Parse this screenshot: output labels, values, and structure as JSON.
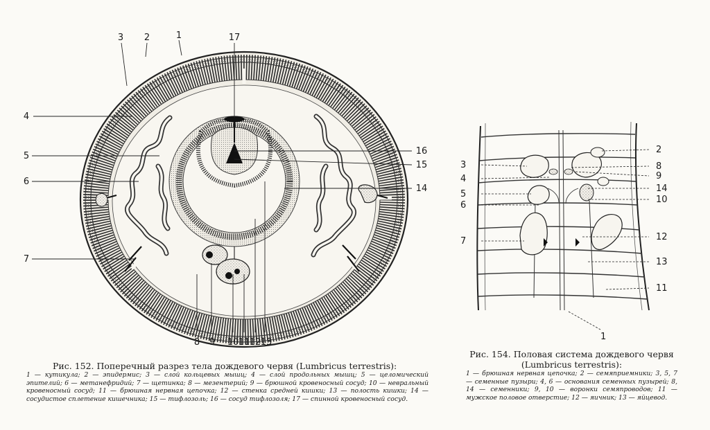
{
  "fig152": {
    "labels": [
      "1",
      "2",
      "3",
      "4",
      "5",
      "6",
      "7",
      "8",
      "9",
      "10",
      "11",
      "12",
      "13",
      "14",
      "15",
      "16",
      "17"
    ],
    "caption_title": "Рис. 152. Поперечный разрез тела дождевого червя (Lumbricus terrestris):",
    "caption_body": "1 — кутикула; 2 — эпидермис; 3 — слой кольцевых мышц; 4 — слой продольных мышц; 5 — целомический эпителий; 6 — метанефридий; 7 — щетинка; 8 — мезентерий; 9 — брюшной кровеносный сосуд; 10 — невральный кровеносный сосуд; 11 — брюшная нервная цепочка; 12 — стенка средней кишки; 13 — полость кишки; 14 — сосудистое сплетение кишечника; 15 — тифлозоль; 16 — сосуд тифлозоля; 17 — спинной кровеносный сосуд."
  },
  "fig154": {
    "labels": [
      "2",
      "3",
      "4",
      "5",
      "6",
      "7",
      "8",
      "9",
      "14",
      "10",
      "12",
      "13",
      "11",
      "1"
    ],
    "caption_title": "Рис. 154. Половая система дождевого червя (Lumbricus terrestris):",
    "caption_body": "1 — брюшная нервная цепочка; 2 — семяприемники; 3, 5, 7 — семенные пузыри; 4, 6 — основания семенных пузырей; 8, 14 — семенники; 9, 10 — воронки семяпроводов; 11 — мужское половое отверстие; 12 — яичник; 13 — яйцевод."
  }
}
